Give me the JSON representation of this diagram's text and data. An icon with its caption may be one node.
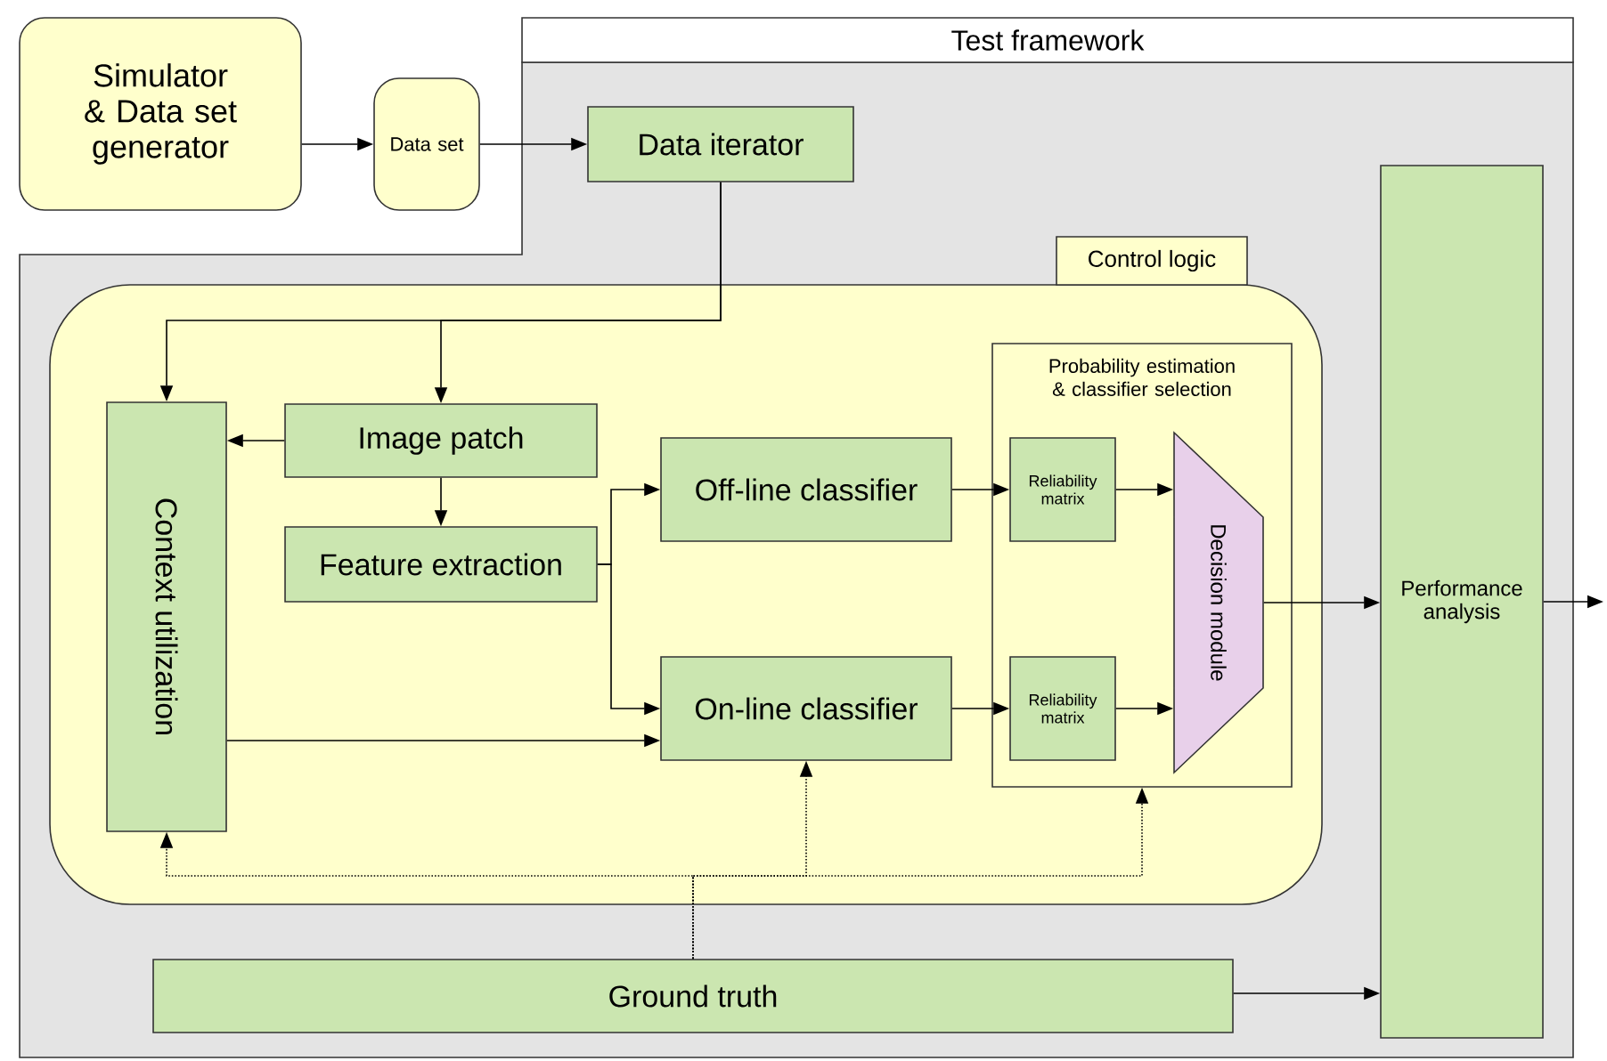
{
  "diagram": {
    "nodes": [
      {
        "text": [
          "Simulator & Data set generator"
        ]
      },
      {
        "text": [
          "Data set"
        ]
      },
      {
        "text": [
          "Test framework"
        ]
      },
      {
        "text": [
          "Data iterator"
        ],
        "in": 2
      },
      {
        "text": [
          "Control logic"
        ],
        "in": 2
      },
      {
        "text": [
          "Image patch"
        ],
        "in": 4
      },
      {
        "text": [
          "Context utilization"
        ],
        "in": 4
      },
      {
        "text": [
          "Feature extraction"
        ],
        "in": 4
      },
      {
        "text": [
          "Off-line classifier"
        ],
        "in": 4
      },
      {
        "text": [
          "On-line classifier"
        ],
        "in": 4
      },
      {
        "text": [
          "Probability estimation & classifier selection"
        ],
        "in": 4
      },
      {
        "text": [
          "Reliability matrix"
        ],
        "in": 10
      },
      {
        "text": [
          "Reliability matrix"
        ],
        "in": 10
      },
      {
        "text": [
          "Decision module"
        ],
        "in": 10
      },
      {
        "text": [
          "Performance analysis"
        ],
        "in": 2
      },
      {
        "text": [
          "Ground truth"
        ],
        "in": 2
      }
    ],
    "edges": [
      {
        "from": 0,
        "to": 1,
        "arrow": "to"
      },
      {
        "from": 1,
        "to": 3,
        "arrow": "to"
      },
      {
        "from": 3,
        "to": 6,
        "arrow": "to"
      },
      {
        "from": 3,
        "to": 5,
        "arrow": "to"
      },
      {
        "from": 5,
        "to": 6,
        "arrow": "to"
      },
      {
        "from": 5,
        "to": 7,
        "arrow": "to"
      },
      {
        "from": 7,
        "to": 8,
        "arrow": "to"
      },
      {
        "from": 7,
        "to": 9,
        "arrow": "to"
      },
      {
        "from": 6,
        "to": 9,
        "arrow": "to"
      },
      {
        "from": 8,
        "to": 11,
        "arrow": "to"
      },
      {
        "from": 9,
        "to": 12,
        "arrow": "to"
      },
      {
        "from": 11,
        "to": 13,
        "arrow": "to"
      },
      {
        "from": 12,
        "to": 13,
        "arrow": "to"
      },
      {
        "from": 13,
        "to": 14,
        "arrow": "to"
      },
      {
        "from": 15,
        "to": 14,
        "arrow": "to"
      },
      {
        "from": 15,
        "to": 6,
        "arrow": "to",
        "style": "dashed"
      },
      {
        "from": 15,
        "to": 9,
        "arrow": "to",
        "style": "dashed"
      },
      {
        "from": 15,
        "to": 10,
        "arrow": "to",
        "style": "dashed"
      },
      {
        "from": 14,
        "to": null,
        "arrow": "to"
      }
    ]
  }
}
